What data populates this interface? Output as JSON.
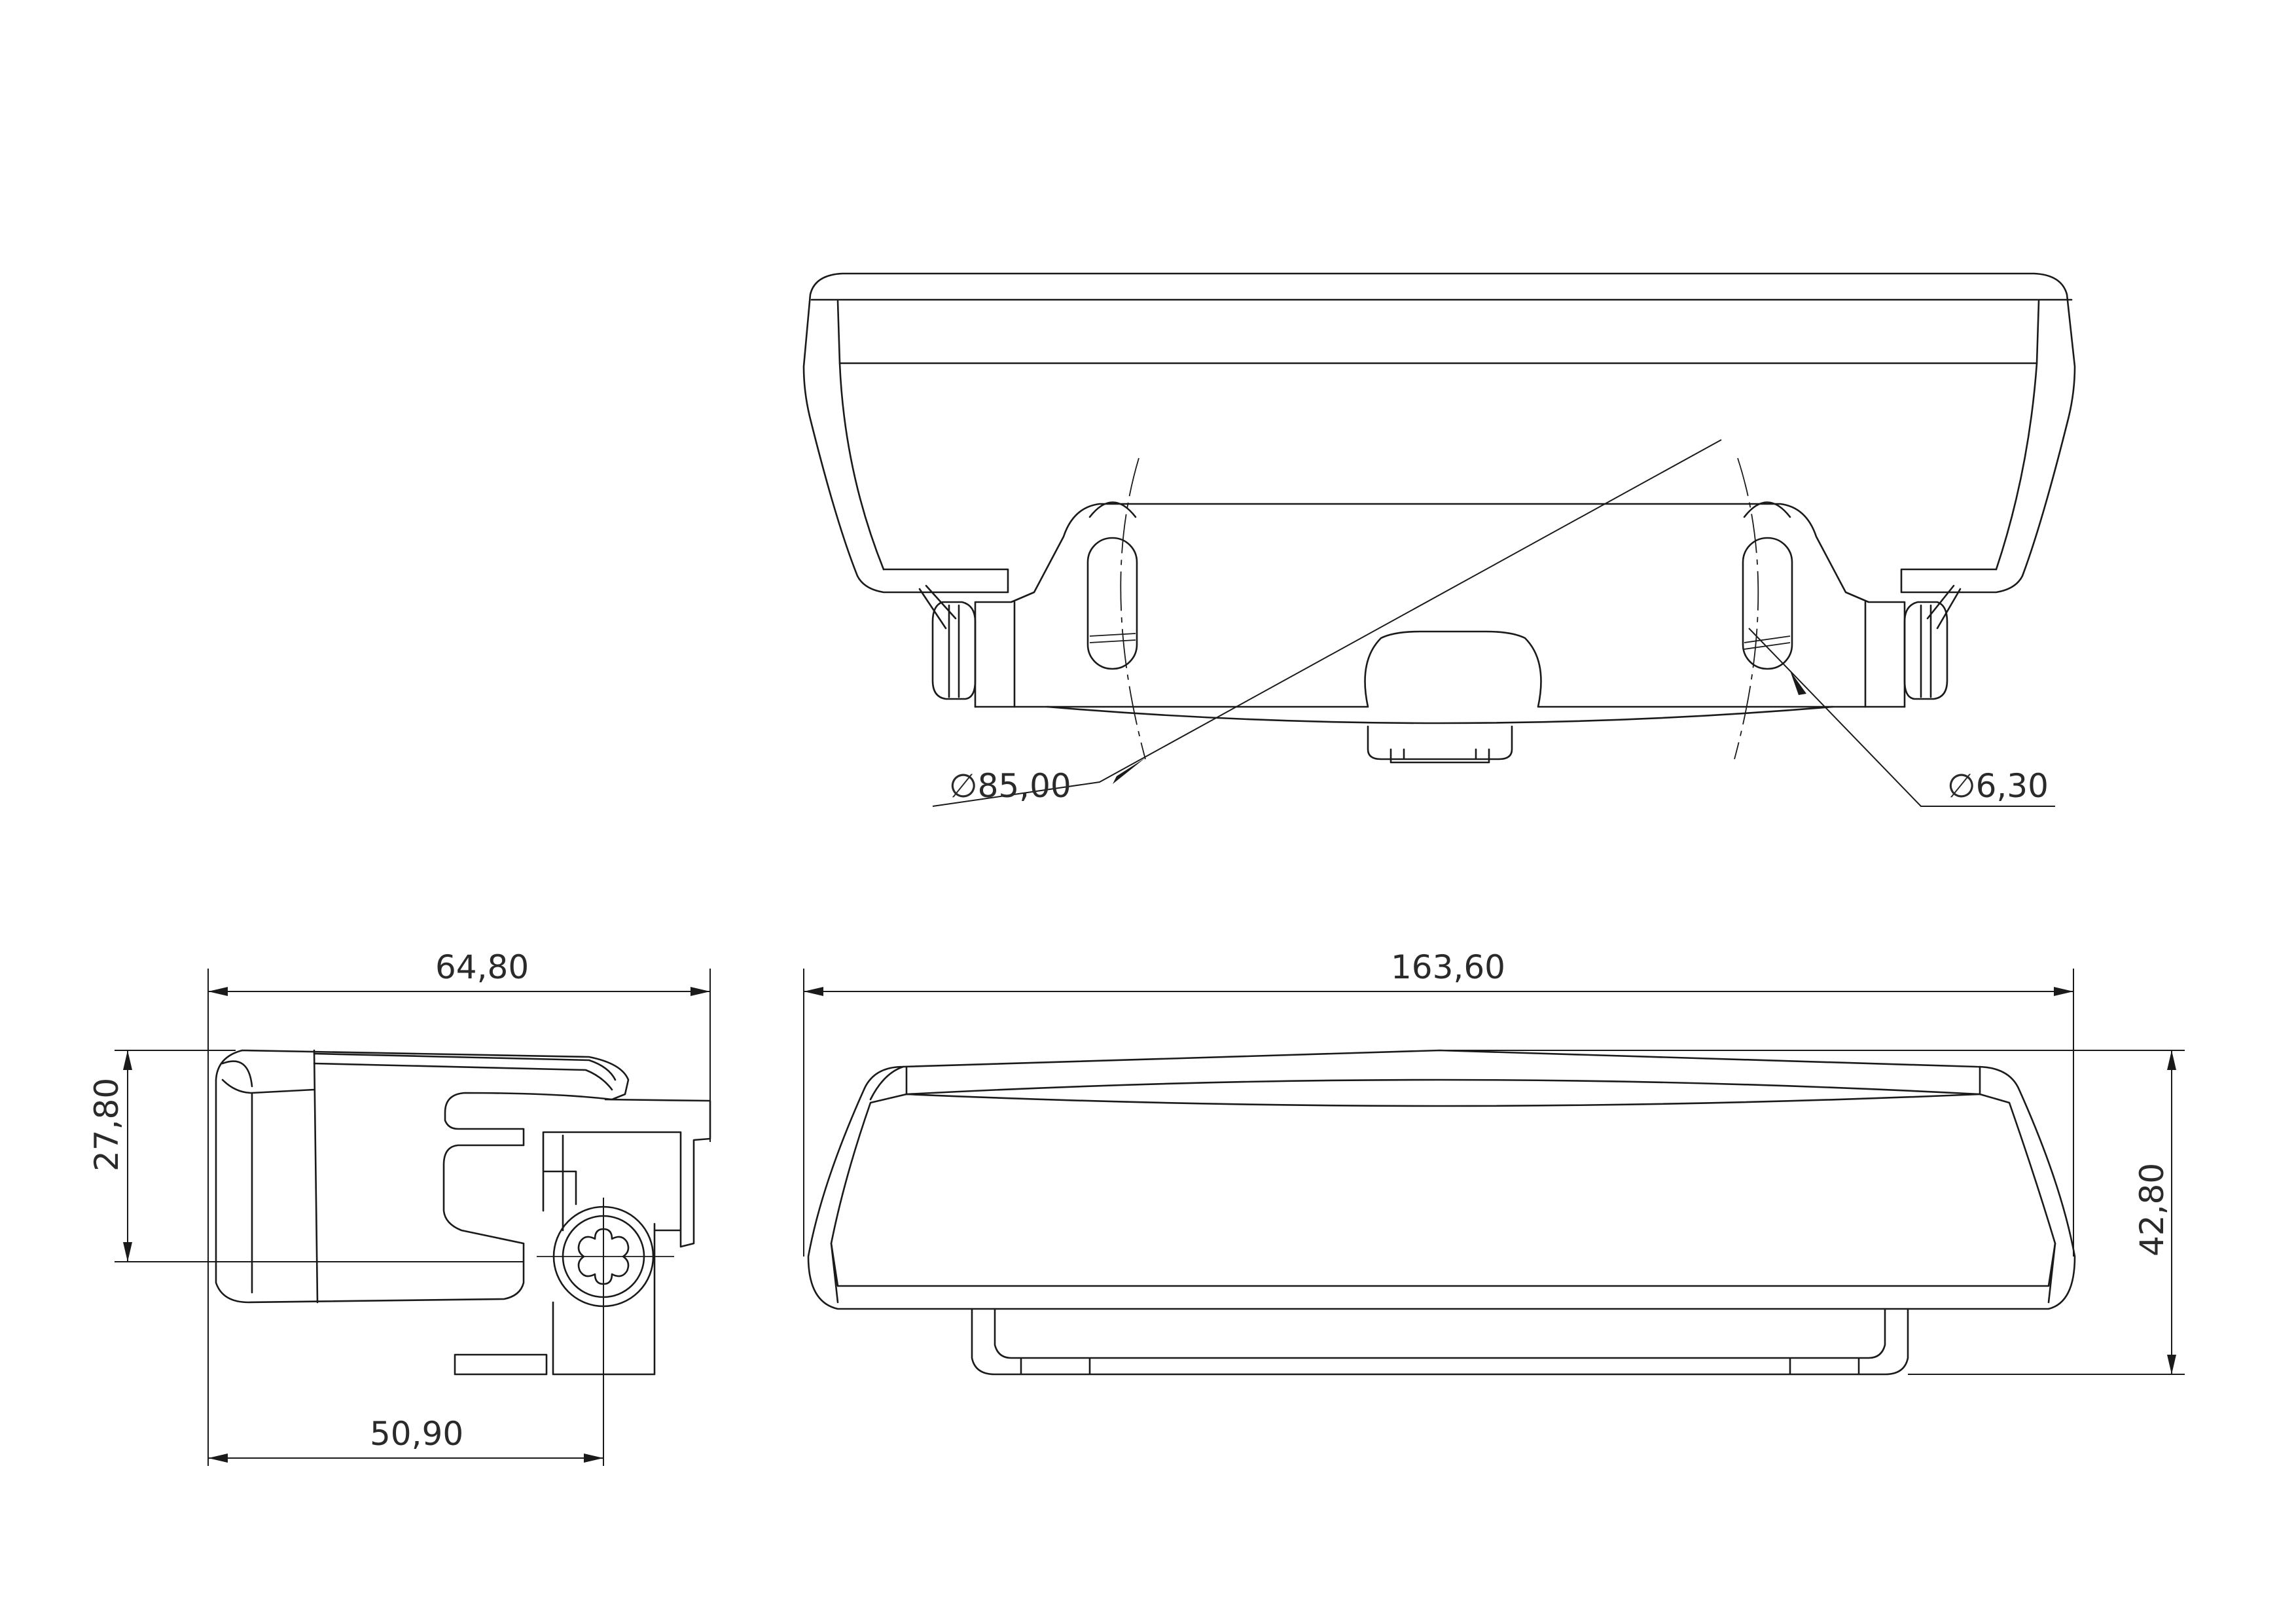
{
  "dimensions": {
    "dia_85": "85,00",
    "dia_6_30": "6,30",
    "width_64_80": "64,80",
    "height_27_80": "27,80",
    "width_50_90": "50,90",
    "length_163_60": "163,60",
    "height_42_80": "42,80"
  },
  "symbols": {
    "diameter": "∅"
  }
}
